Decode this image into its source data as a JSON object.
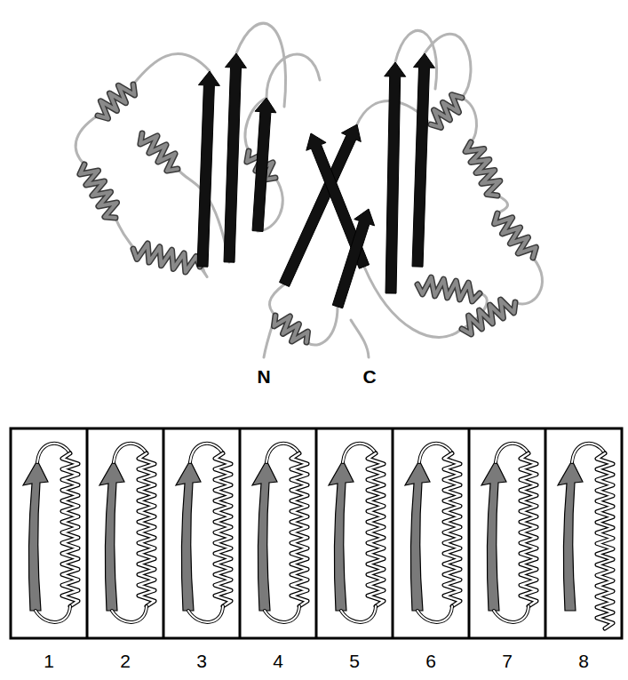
{
  "diagram": {
    "nodes": [
      {
        "text": [
          "1"
        ]
      },
      {
        "text": [
          "2"
        ]
      },
      {
        "text": [
          "3"
        ]
      },
      {
        "text": [
          "4"
        ]
      },
      {
        "text": [
          "5"
        ]
      },
      {
        "text": [
          "6"
        ]
      },
      {
        "text": [
          "7"
        ]
      },
      {
        "text": [
          "8"
        ]
      }
    ],
    "labels": [
      "N",
      "C"
    ]
  }
}
